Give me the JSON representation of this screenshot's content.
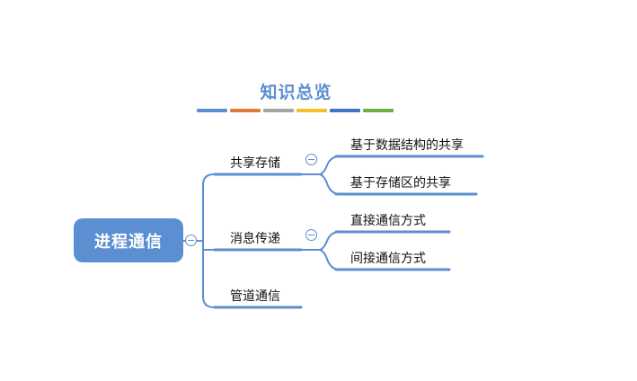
{
  "title": "知识总览",
  "palette": [
    "#5b8fd2",
    "#e07b39",
    "#a5a5a5",
    "#f5c02a",
    "#4472c4",
    "#70ad47"
  ],
  "root": {
    "label": "进程通信"
  },
  "branches": [
    {
      "label": "共享存储",
      "children": [
        "基于数据结构的共享",
        "基于存储区的共享"
      ]
    },
    {
      "label": "消息传递",
      "children": [
        "直接通信方式",
        "间接通信方式"
      ]
    },
    {
      "label": "管道通信",
      "children": []
    }
  ]
}
